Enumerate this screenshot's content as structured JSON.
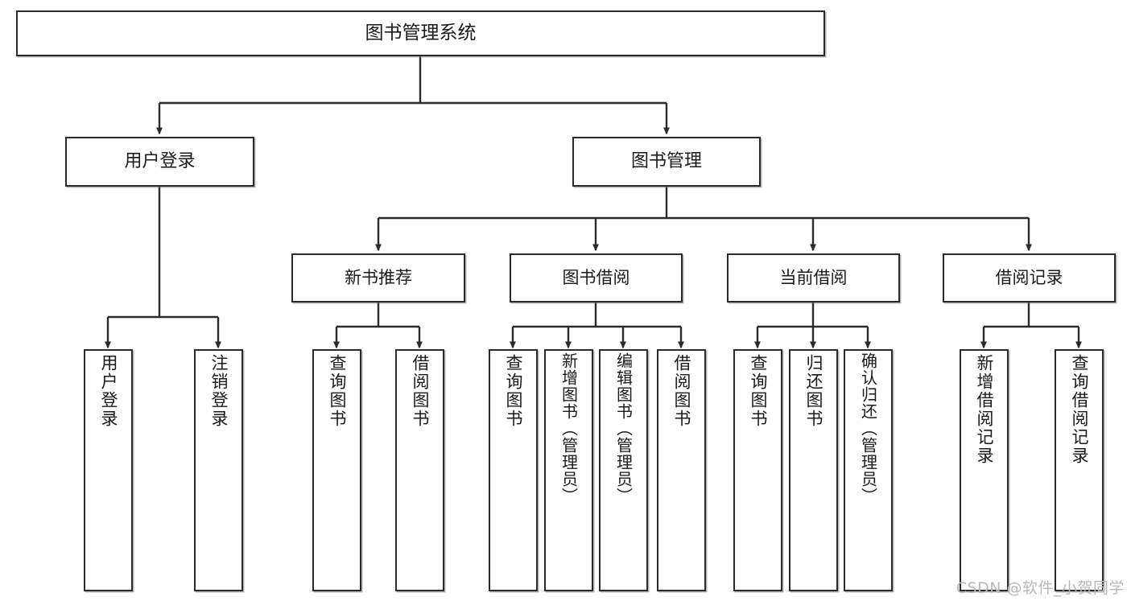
{
  "diagram": {
    "title": "图书管理系统",
    "type": "tree-hierarchy",
    "orientation": "top-down",
    "colors": {
      "box_border": "#2b2b2b",
      "box_fill": "#ffffff",
      "connector": "#2b2b2b",
      "text": "#1a1a1a",
      "watermark": "#b9b9b9",
      "background": "#ffffff"
    }
  },
  "root": {
    "label": "图书管理系统"
  },
  "level2": [
    {
      "id": "user-login",
      "label": "用户登录"
    },
    {
      "id": "book-manage",
      "label": "图书管理"
    }
  ],
  "level3": [
    {
      "id": "new-book-recommend",
      "label": "新书推荐"
    },
    {
      "id": "book-borrow",
      "label": "图书借阅"
    },
    {
      "id": "current-borrow",
      "label": "当前借阅"
    },
    {
      "id": "borrow-record",
      "label": "借阅记录"
    }
  ],
  "leaves": [
    {
      "id": "leaf-user-login",
      "label": "用户登录",
      "parent": "用户登录"
    },
    {
      "id": "leaf-logout",
      "label": "注销登录",
      "parent": "用户登录"
    },
    {
      "id": "leaf-query-book-rec",
      "label": "查询图书",
      "parent": "新书推荐"
    },
    {
      "id": "leaf-borrow-book-rec",
      "label": "借阅图书",
      "parent": "新书推荐"
    },
    {
      "id": "leaf-query-book-borrow",
      "label": "查询图书",
      "parent": "图书借阅"
    },
    {
      "id": "leaf-add-book",
      "label": "新增图书（管理员）",
      "parent": "图书借阅"
    },
    {
      "id": "leaf-edit-book",
      "label": "编辑图书（管理员）",
      "parent": "图书借阅"
    },
    {
      "id": "leaf-borrow-book",
      "label": "借阅图书",
      "parent": "图书借阅"
    },
    {
      "id": "leaf-query-book-current",
      "label": "查询图书",
      "parent": "当前借阅"
    },
    {
      "id": "leaf-return-book",
      "label": "归还图书",
      "parent": "当前借阅"
    },
    {
      "id": "leaf-confirm-return",
      "label": "确认归还（管理员）",
      "parent": "当前借阅"
    },
    {
      "id": "leaf-add-record",
      "label": "新增借阅记录",
      "parent": "借阅记录"
    },
    {
      "id": "leaf-query-record",
      "label": "查询借阅记录",
      "parent": "借阅记录"
    }
  ],
  "watermark": {
    "text": "CSDN @软件_小贺同学"
  }
}
